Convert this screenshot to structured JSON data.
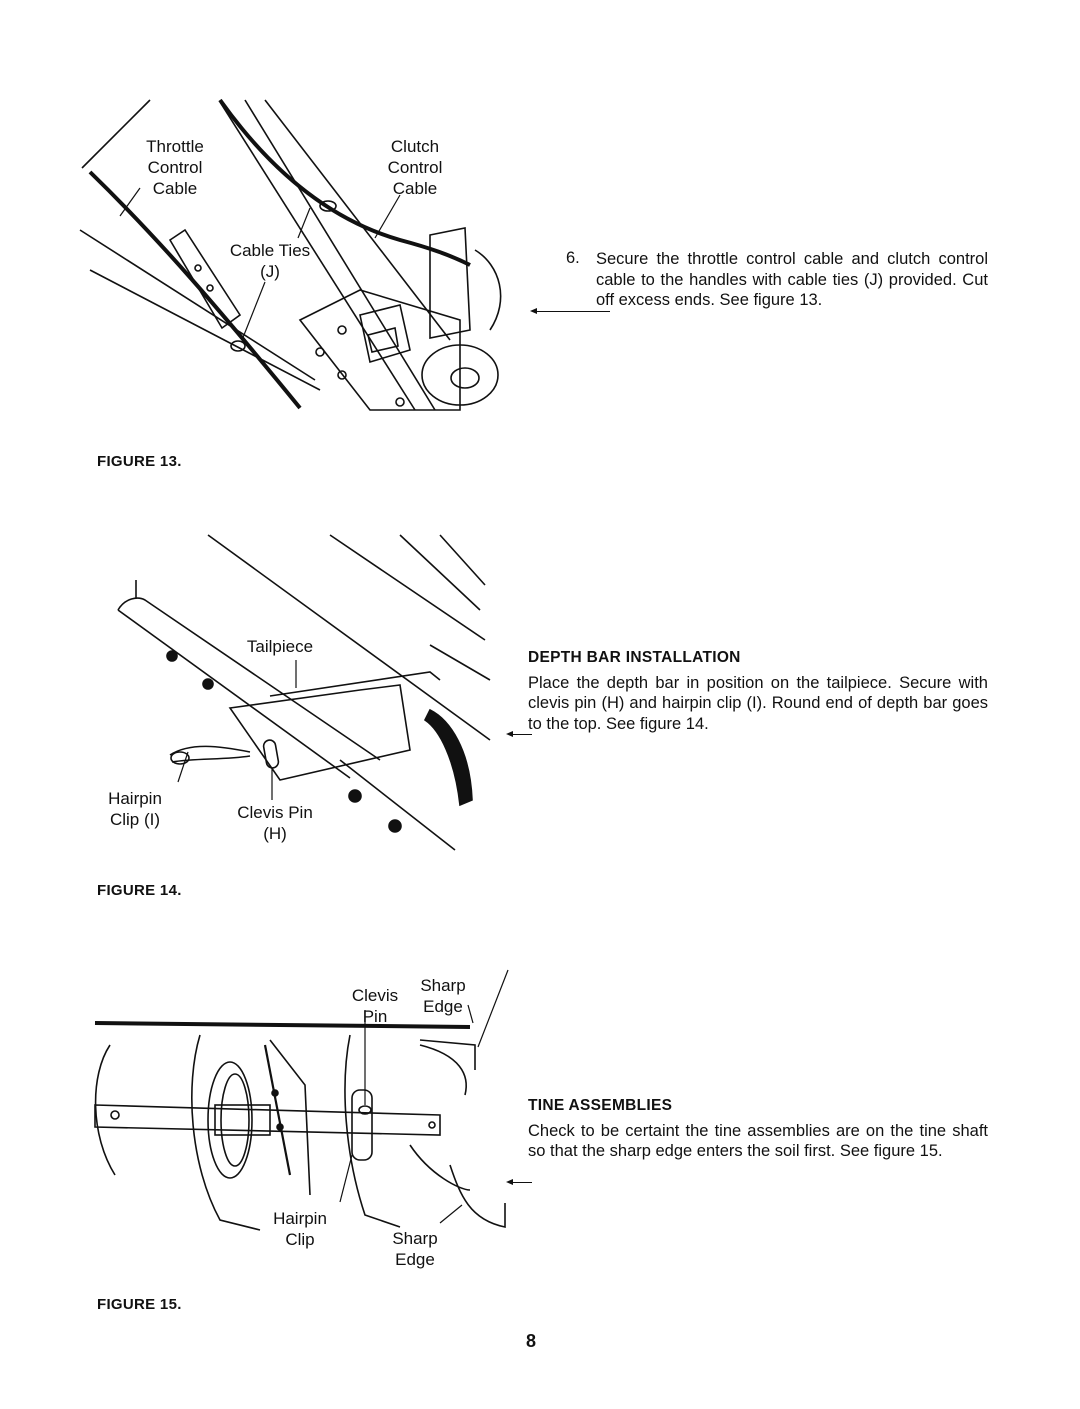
{
  "figure13": {
    "caption": "FIGURE 13.",
    "labels": {
      "throttle_cable": "Throttle\nControl\nCable",
      "clutch_cable": "Clutch\nControl\nCable",
      "cable_ties": "Cable Ties\n(J)"
    }
  },
  "figure14": {
    "caption": "FIGURE 14.",
    "labels": {
      "tailpiece": "Tailpiece",
      "hairpin_clip": "Hairpin\nClip (I)",
      "clevis_pin": "Clevis Pin\n(H)"
    }
  },
  "figure15": {
    "caption": "FIGURE 15.",
    "labels": {
      "clevis_pin": "Clevis\nPin",
      "sharp_edge_top": "Sharp\nEdge",
      "hairpin_clip": "Hairpin\nClip",
      "sharp_edge_bottom": "Sharp\nEdge"
    }
  },
  "step6": {
    "number": "6.",
    "text": "Secure the throttle control cable and clutch control cable to the handles with cable ties (J) provided. Cut off excess ends. See figure 13."
  },
  "depth_bar": {
    "heading": "DEPTH BAR INSTALLATION",
    "text": "Place the depth bar in position on the tailpiece. Secure with clevis pin (H) and hairpin clip (I). Round end of depth bar goes to the top. See figure 14."
  },
  "tine": {
    "heading": "TINE ASSEMBLIES",
    "text": "Check to be certaint the tine assemblies are on the tine shaft so that the sharp edge enters the soil first. See figure 15."
  },
  "page_number": "8"
}
